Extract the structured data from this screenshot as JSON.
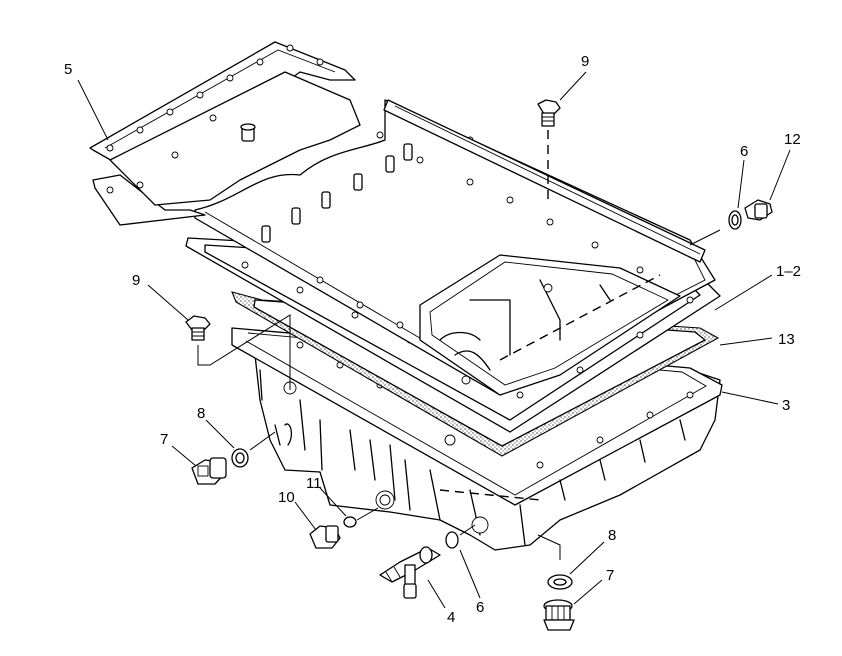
{
  "callouts": {
    "c5": "5",
    "c9_top": "9",
    "c6_top": "6",
    "c12": "12",
    "c1_2": "1–2",
    "c13": "13",
    "c3": "3",
    "c9_left": "9",
    "c8_left": "8",
    "c7_left": "7",
    "c10": "10",
    "c11": "11",
    "c4": "4",
    "c6_bottom": "6",
    "c8_bottom": "8",
    "c7_bottom": "7"
  },
  "colors": {
    "line": "#000000",
    "background": "#ffffff"
  }
}
